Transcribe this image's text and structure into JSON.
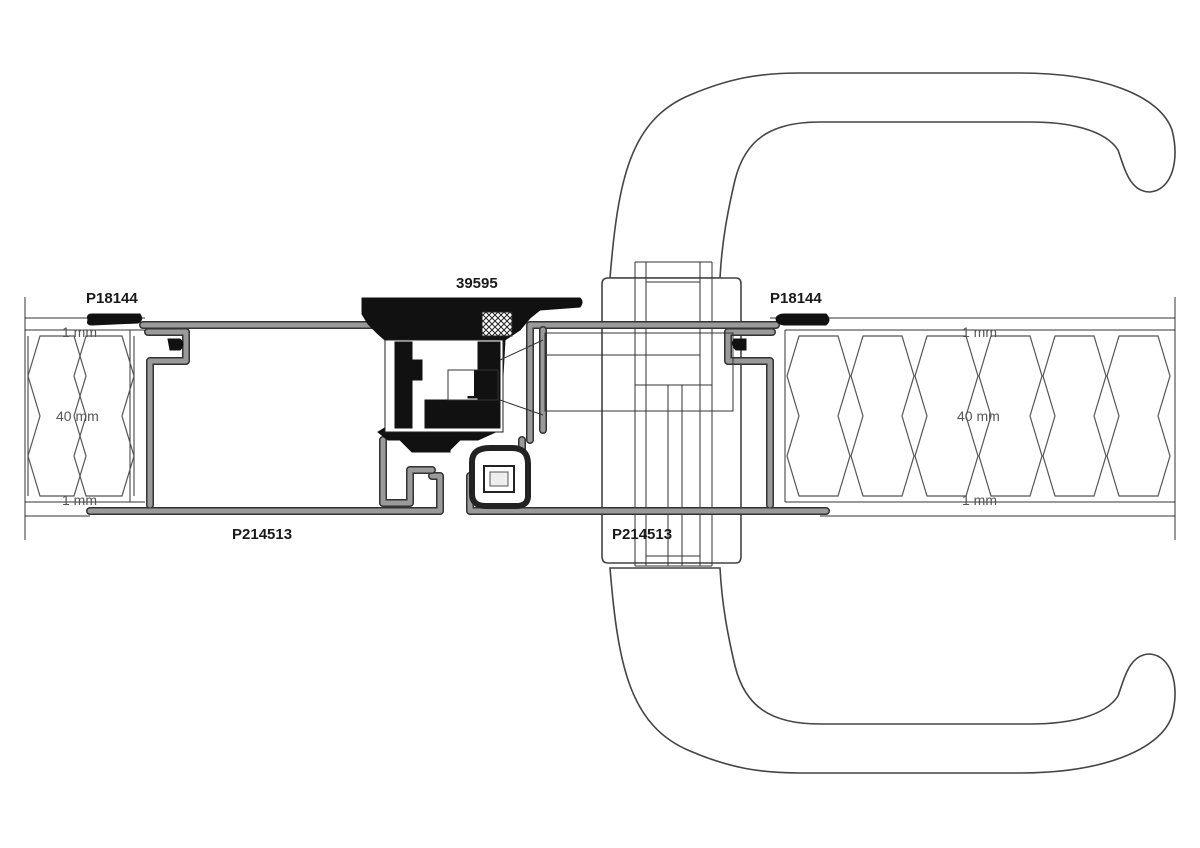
{
  "labels": {
    "gasket_left": "P18144",
    "gasket_right": "P18144",
    "center_profile": "39595",
    "frame_left": "P214513",
    "frame_right": "P214513"
  },
  "dimensions": {
    "skin_top_left": "1 mm",
    "skin_bottom_left": "1 mm",
    "core_left": "40 mm",
    "skin_top_right": "1 mm",
    "skin_bottom_right": "1 mm",
    "core_right": "40 mm"
  },
  "colors": {
    "line": "#333333",
    "profile_fill": "#9a9a9a",
    "gasket": "#111111",
    "background": "#ffffff"
  }
}
